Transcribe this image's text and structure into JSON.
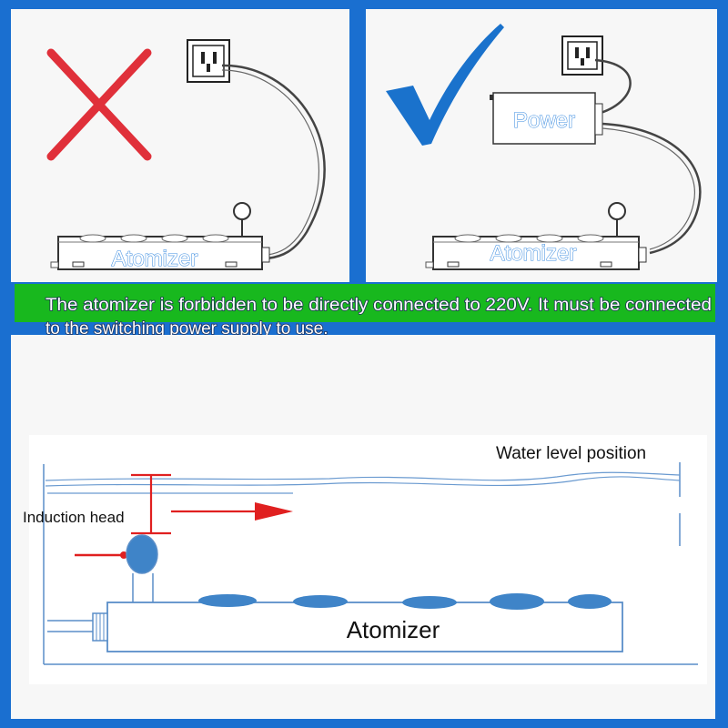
{
  "colors": {
    "frame_blue": "#1a6fd0",
    "panel_bg": "#f7f7f7",
    "banner_green": "#18b81e",
    "wrong_red": "#e0303a",
    "check_blue": "#1a72cc",
    "water_blue": "#3f84c8",
    "arrow_red": "#e02020"
  },
  "icons": {
    "wrong": "cross-mark-icon",
    "right": "check-mark-icon",
    "socket": "power-socket-icon"
  },
  "panel_wrong": {
    "device_label": "Atomizer"
  },
  "panel_right": {
    "power_label": "Power",
    "device_label": "Atomizer"
  },
  "banner": {
    "line1": "The atomizer is forbidden to be directly connected to 220V. It must be connected",
    "line2": "to the switching power supply to use."
  },
  "diagram": {
    "water_level_label": "Water level position",
    "induction_head_label": "Induction head",
    "atomizer_label": "Atomizer"
  }
}
